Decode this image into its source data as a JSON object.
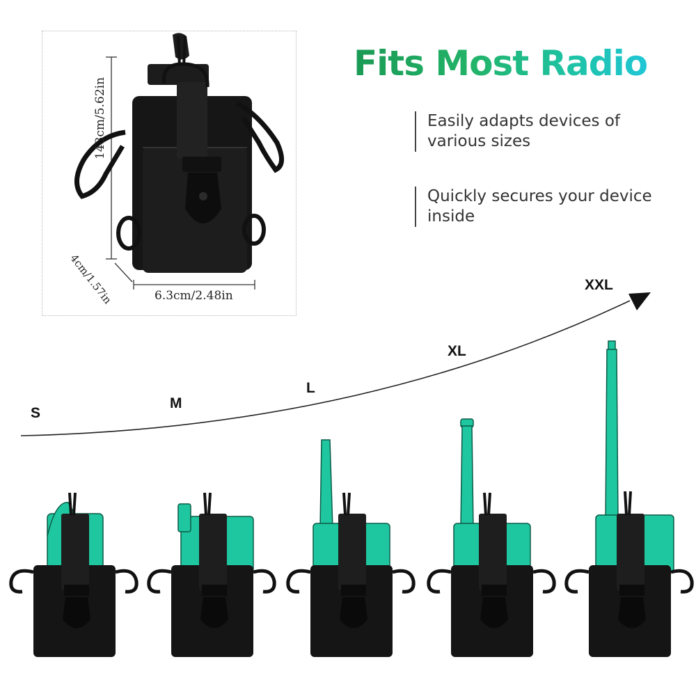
{
  "headline": "Fits Most Radio",
  "features": [
    {
      "text": "Easily adapts devices of various sizes"
    },
    {
      "text": "Quickly secures your device inside"
    }
  ],
  "dimensions": {
    "height": "143cm/5.62in",
    "width": "6.3cm/2.48in",
    "depth": "4cm/1.57in"
  },
  "sizes": [
    "S",
    "M",
    "L",
    "XL",
    "XXL"
  ],
  "colors": {
    "radio_fill": "#1fc7a0",
    "pouch": "#141414",
    "heading_start": "#1a9a55",
    "heading_end": "#20c6d6"
  }
}
